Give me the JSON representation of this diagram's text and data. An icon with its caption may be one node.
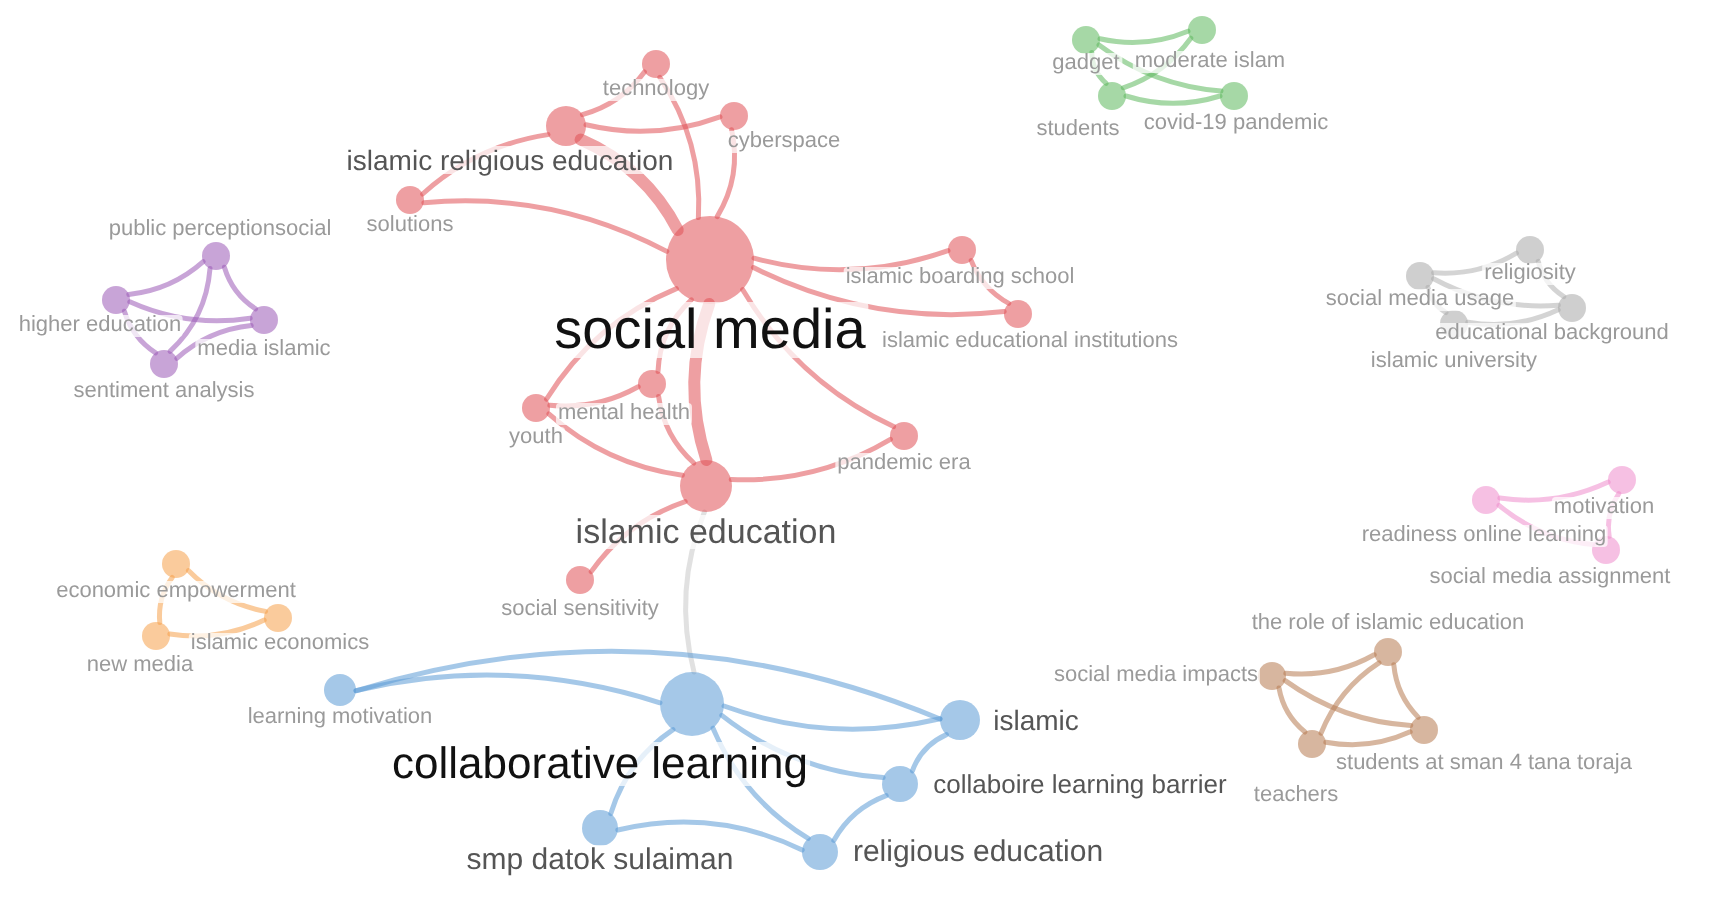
{
  "diagram": {
    "nodes": [
      {
        "text": [
          "social media"
        ]
      },
      {
        "text": [
          "islamic religious education"
        ]
      },
      {
        "text": [
          "technology"
        ]
      },
      {
        "text": [
          "cyberspace"
        ]
      },
      {
        "text": [
          "solutions"
        ]
      },
      {
        "text": [
          "islamic boarding school"
        ]
      },
      {
        "text": [
          "islamic educational institutions"
        ]
      },
      {
        "text": [
          "mental health"
        ]
      },
      {
        "text": [
          "youth"
        ]
      },
      {
        "text": [
          "pandemic era"
        ]
      },
      {
        "text": [
          "islamic education"
        ]
      },
      {
        "text": [
          "social sensitivity"
        ]
      },
      {
        "text": [
          "collaborative learning"
        ]
      },
      {
        "text": [
          "learning motivation"
        ]
      },
      {
        "text": [
          "islamic"
        ]
      },
      {
        "text": [
          "collaboire learning barrier"
        ]
      },
      {
        "text": [
          "smp datok sulaiman"
        ]
      },
      {
        "text": [
          "religious education"
        ]
      },
      {
        "text": [
          "higher education"
        ]
      },
      {
        "text": [
          "public perceptionsocial"
        ]
      },
      {
        "text": [
          "media islamic"
        ]
      },
      {
        "text": [
          "sentiment analysis"
        ]
      },
      {
        "text": [
          "economic empowerment"
        ]
      },
      {
        "text": [
          "islamic economics"
        ]
      },
      {
        "text": [
          "new media"
        ]
      },
      {
        "text": [
          "gadget"
        ]
      },
      {
        "text": [
          "moderate islam"
        ]
      },
      {
        "text": [
          "students"
        ]
      },
      {
        "text": [
          "covid-19 pandemic"
        ]
      },
      {
        "text": [
          "religiosity"
        ]
      },
      {
        "text": [
          "social media usage"
        ]
      },
      {
        "text": [
          "educational background"
        ]
      },
      {
        "text": [
          "islamic university"
        ]
      },
      {
        "text": [
          "readiness online learning"
        ]
      },
      {
        "text": [
          "motivation"
        ]
      },
      {
        "text": [
          "social media assignment"
        ]
      },
      {
        "text": [
          "the role of islamic education"
        ]
      },
      {
        "text": [
          "social media impacts"
        ]
      },
      {
        "text": [
          "students at sman 4 tana toraja"
        ]
      },
      {
        "text": [
          "teachers"
        ]
      }
    ],
    "edges": [
      {
        "from": 0,
        "to": 1,
        "arrow": "none",
        "style": "thick"
      },
      {
        "from": 0,
        "to": 2,
        "arrow": "none"
      },
      {
        "from": 0,
        "to": 3,
        "arrow": "none"
      },
      {
        "from": 0,
        "to": 4,
        "arrow": "none"
      },
      {
        "from": 0,
        "to": 5,
        "arrow": "none"
      },
      {
        "from": 0,
        "to": 6,
        "arrow": "none"
      },
      {
        "from": 0,
        "to": 7,
        "arrow": "none"
      },
      {
        "from": 0,
        "to": 8,
        "arrow": "none"
      },
      {
        "from": 0,
        "to": 9,
        "arrow": "none"
      },
      {
        "from": 0,
        "to": 10,
        "arrow": "none",
        "style": "thick"
      },
      {
        "from": 1,
        "to": 2,
        "arrow": "none"
      },
      {
        "from": 1,
        "to": 3,
        "arrow": "none"
      },
      {
        "from": 1,
        "to": 4,
        "arrow": "none"
      },
      {
        "from": 5,
        "to": 6,
        "arrow": "none"
      },
      {
        "from": 8,
        "to": 7,
        "arrow": "none"
      },
      {
        "from": 8,
        "to": 10,
        "arrow": "none"
      },
      {
        "from": 7,
        "to": 10,
        "arrow": "none"
      },
      {
        "from": 10,
        "to": 9,
        "arrow": "none"
      },
      {
        "from": 10,
        "to": 11,
        "arrow": "none"
      },
      {
        "from": 10,
        "to": 12,
        "arrow": "none",
        "color": "#c8c8c8"
      },
      {
        "from": 12,
        "to": 13,
        "arrow": "none",
        "color": "#5b9bd5"
      },
      {
        "from": 12,
        "to": 14,
        "arrow": "none",
        "color": "#5b9bd5"
      },
      {
        "from": 12,
        "to": 15,
        "arrow": "none",
        "color": "#5b9bd5"
      },
      {
        "from": 12,
        "to": 16,
        "arrow": "none",
        "color": "#5b9bd5"
      },
      {
        "from": 12,
        "to": 17,
        "arrow": "none",
        "color": "#5b9bd5"
      },
      {
        "from": 13,
        "to": 14,
        "arrow": "none",
        "color": "#5b9bd5"
      },
      {
        "from": 15,
        "to": 17,
        "arrow": "none",
        "color": "#5b9bd5"
      },
      {
        "from": 16,
        "to": 17,
        "arrow": "none",
        "color": "#5b9bd5"
      },
      {
        "from": 14,
        "to": 15,
        "arrow": "none",
        "color": "#5b9bd5"
      },
      {
        "from": 18,
        "to": 19,
        "arrow": "none",
        "color": "#9b59b6"
      },
      {
        "from": 18,
        "to": 20,
        "arrow": "none",
        "color": "#9b59b6"
      },
      {
        "from": 18,
        "to": 21,
        "arrow": "none",
        "color": "#9b59b6"
      },
      {
        "from": 19,
        "to": 20,
        "arrow": "none",
        "color": "#9b59b6"
      },
      {
        "from": 19,
        "to": 21,
        "arrow": "none",
        "color": "#9b59b6"
      },
      {
        "from": 20,
        "to": 21,
        "arrow": "none",
        "color": "#9b59b6"
      },
      {
        "from": 22,
        "to": 23,
        "arrow": "none",
        "color": "#f5a04a"
      },
      {
        "from": 22,
        "to": 24,
        "arrow": "none",
        "color": "#f5a04a"
      },
      {
        "from": 24,
        "to": 23,
        "arrow": "none",
        "color": "#f5a04a"
      },
      {
        "from": 25,
        "to": 26,
        "arrow": "none",
        "color": "#5cb85c"
      },
      {
        "from": 25,
        "to": 28,
        "arrow": "none",
        "color": "#5cb85c"
      },
      {
        "from": 25,
        "to": 27,
        "arrow": "none",
        "color": "#5cb85c"
      },
      {
        "from": 27,
        "to": 26,
        "arrow": "none",
        "color": "#5cb85c"
      },
      {
        "from": 27,
        "to": 28,
        "arrow": "none",
        "color": "#5cb85c"
      },
      {
        "from": 30,
        "to": 29,
        "arrow": "none",
        "color": "#b0b0b0"
      },
      {
        "from": 29,
        "to": 31,
        "arrow": "none",
        "color": "#b0b0b0"
      },
      {
        "from": 30,
        "to": 31,
        "arrow": "none",
        "color": "#b0b0b0"
      },
      {
        "from": 30,
        "to": 32,
        "arrow": "none",
        "color": "#b0b0b0"
      },
      {
        "from": 32,
        "to": 31,
        "arrow": "none",
        "color": "#b0b0b0"
      },
      {
        "from": 33,
        "to": 34,
        "arrow": "none",
        "color": "#ee8ccc"
      },
      {
        "from": 33,
        "to": 35,
        "arrow": "none",
        "color": "#ee8ccc"
      },
      {
        "from": 34,
        "to": 35,
        "arrow": "none",
        "color": "#ee8ccc"
      },
      {
        "from": 37,
        "to": 36,
        "arrow": "none",
        "color": "#b77a50"
      },
      {
        "from": 37,
        "to": 38,
        "arrow": "none",
        "color": "#b77a50"
      },
      {
        "from": 37,
        "to": 39,
        "arrow": "none",
        "color": "#b77a50"
      },
      {
        "from": 36,
        "to": 38,
        "arrow": "none",
        "color": "#b77a50"
      },
      {
        "from": 36,
        "to": 39,
        "arrow": "none",
        "color": "#b77a50"
      },
      {
        "from": 39,
        "to": 38,
        "arrow": "none",
        "color": "#b77a50"
      }
    ]
  }
}
